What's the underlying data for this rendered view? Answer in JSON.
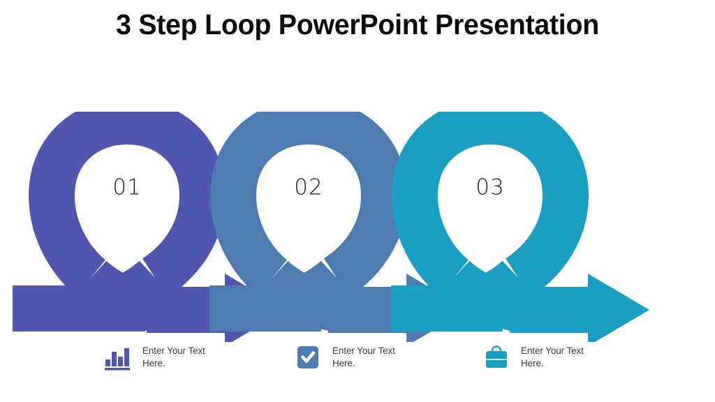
{
  "slide": {
    "title": "3 Step Loop PowerPoint Presentation",
    "background_color": "#FFFFFF"
  },
  "theme": {
    "step1_color": "#5057B0",
    "step2_color": "#4E7BB0",
    "step3_color": "#1A9FC2",
    "number_color": "#1B1B1B",
    "text_color": "#3A3A3A",
    "title_color": "#0B0B0B",
    "pin_fill": "#FFFFFF"
  },
  "steps": [
    {
      "number": "01",
      "color": "#5057B0",
      "icon": "bar-chart-icon",
      "caption": "Enter Your Text\nHere."
    },
    {
      "number": "02",
      "color": "#4E7BB0",
      "icon": "check-square-icon",
      "caption": "Enter Your Text\nHere."
    },
    {
      "number": "03",
      "color": "#1A9FC2",
      "icon": "briefcase-icon",
      "caption": "Enter Your Text\nHere."
    }
  ],
  "chart_data": {
    "type": "diagram",
    "title": "3 Step Loop PowerPoint Presentation",
    "step_count": 3,
    "categories": [
      "01",
      "02",
      "03"
    ],
    "labels": [
      "Enter Your Text Here.",
      "Enter Your Text Here.",
      "Enter Your Text Here."
    ],
    "colors": [
      "#5057B0",
      "#4E7BB0",
      "#1A9FC2"
    ],
    "icons": [
      "bar-chart-icon",
      "check-square-icon",
      "briefcase-icon"
    ],
    "direction": "left-to-right",
    "shape": "looped-ribbon-arrow"
  }
}
